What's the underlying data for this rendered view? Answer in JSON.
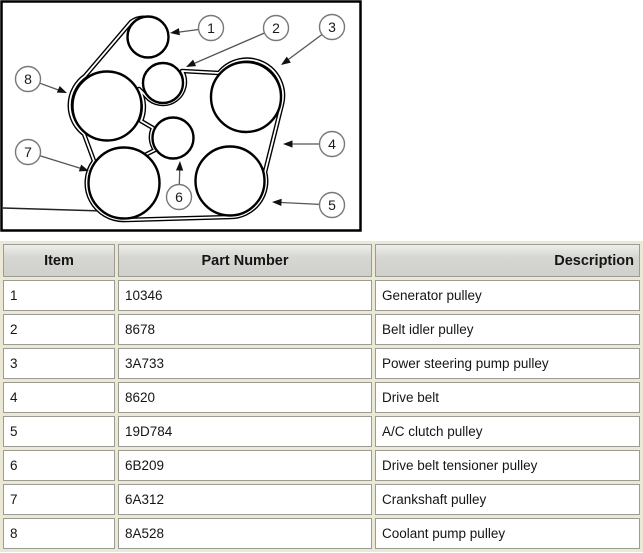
{
  "diagram": {
    "callouts": [
      "1",
      "2",
      "3",
      "4",
      "5",
      "6",
      "7",
      "8"
    ],
    "pulley_names": [
      "generator-pulley",
      "belt-idler-pulley",
      "power-steering-pump-pulley",
      "drive-belt",
      "ac-clutch-pulley",
      "drive-belt-tensioner-pulley",
      "crankshaft-pulley",
      "coolant-pump-pulley"
    ],
    "colors": {
      "line": "#000000",
      "callout_stroke": "#787878",
      "background": "#ffffff"
    }
  },
  "table": {
    "columns": [
      "Item",
      "Part Number",
      "Description"
    ],
    "rows": [
      {
        "item": "1",
        "part_number": "10346",
        "description": "Generator pulley"
      },
      {
        "item": "2",
        "part_number": "8678",
        "description": "Belt idler pulley"
      },
      {
        "item": "3",
        "part_number": "3A733",
        "description": "Power steering pump pulley"
      },
      {
        "item": "4",
        "part_number": "8620",
        "description": "Drive belt"
      },
      {
        "item": "5",
        "part_number": "19D784",
        "description": "A/C clutch pulley"
      },
      {
        "item": "6",
        "part_number": "6B209",
        "description": "Drive belt tensioner pulley"
      },
      {
        "item": "7",
        "part_number": "6A312",
        "description": "Crankshaft pulley"
      },
      {
        "item": "8",
        "part_number": "8A528",
        "description": "Coolant pump pulley"
      }
    ],
    "colors": {
      "table_background": "#ebe8d6",
      "header_fill": "#d6d7d3",
      "cell_border": "#9c9c94"
    }
  }
}
